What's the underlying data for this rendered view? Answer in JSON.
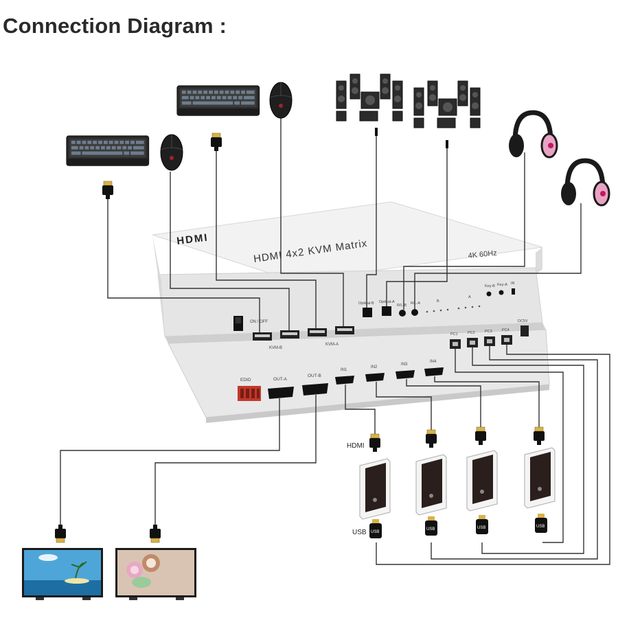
{
  "title": "Connection Diagram :",
  "device": {
    "logo": "HDMI",
    "model": "HDMI 4x2 KVM Matrix",
    "resolution": "4K 60Hz",
    "back_panel": {
      "power_label": "ON / OFF",
      "usb_group_b": "KVM-B",
      "usb_group_a": "KVM-A",
      "optical_b": "Optical-B",
      "optical_a": "Optical-A",
      "rl_b": "R/L-B",
      "rl_a": "R/L-A",
      "led_group_b": "B",
      "led_group_a": "A",
      "key_b": "Key-B",
      "key_a": "Key-A",
      "ir": "IR",
      "pc_ports": [
        "PC1",
        "PC2",
        "PC3",
        "PC4"
      ],
      "dc_in": "DC5V"
    },
    "front_panel": {
      "edid": "EDID",
      "out_a": "OUT-A",
      "out_b": "OUT-B",
      "inputs": [
        "IN1",
        "IN2",
        "IN3",
        "IN4"
      ]
    }
  },
  "peripherals": {
    "keyboards": 2,
    "mice": 2,
    "speaker_sets": 2,
    "headphones": 2,
    "displays": 2,
    "pcs": 4
  },
  "cable_labels": {
    "hdmi": "HDMI",
    "usb": "USB"
  },
  "usb_plug_label": "USB",
  "colors": {
    "device_body": "#e9e9e9",
    "cable": "#222222",
    "plug_gold": "#d8b24a",
    "headphone_pink": "#e8a3c4"
  }
}
